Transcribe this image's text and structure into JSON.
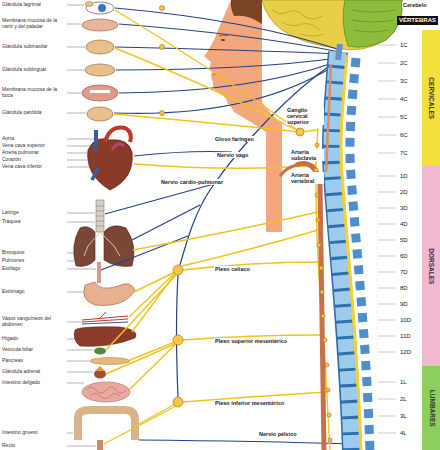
{
  "diagram": {
    "nodes": [
      {
        "text": [
          "VÉRTEBRAS"
        ]
      },
      {
        "text": [
          "1C",
          "2C",
          "3C",
          "4C",
          "5C",
          "6C",
          "7C",
          "CERVICALES"
        ]
      },
      {
        "text": [
          "1D",
          "2D",
          "3D",
          "4D",
          "5D",
          "6D",
          "7D",
          "8D",
          "9D",
          "10D",
          "11D",
          "12D",
          "DORSALES"
        ]
      },
      {
        "text": [
          "1L",
          "2L",
          "3L",
          "4L",
          "LUMBARES"
        ]
      }
    ],
    "labels": [
      "Glándula lagrimal",
      "Membrana mucosa de la nariz y del paladar",
      "Glándula submaxilar",
      "Glándula sublingual",
      "Membrana mucosa de la boca",
      "Glándula parótida",
      "Aorta",
      "Vena cava superior",
      "Arteria pulmonar",
      "Corazón",
      "Vena cava inferior",
      "Laringe",
      "Tráquea",
      "Bronquios",
      "Pulmones",
      "Esófago",
      "Estómago",
      "Vasos sanguíneos del abdomen",
      "Hígado",
      "Vesícula biliar",
      "Páncreas",
      "Glándula adrenal",
      "Intestino delgado",
      "Intestino grueso",
      "Recto",
      "Ganglio cervical superior",
      "Gloso faríngeo",
      "Nervio vago",
      "Arteria subclavia",
      "Arteria vertebral",
      "Nervio cardio-pulmonar",
      "Plexo celíaco",
      "Plexo superior mesentérico",
      "Plexo inferior mesentérico",
      "Nervio pélvico",
      "Cerebelo"
    ]
  }
}
